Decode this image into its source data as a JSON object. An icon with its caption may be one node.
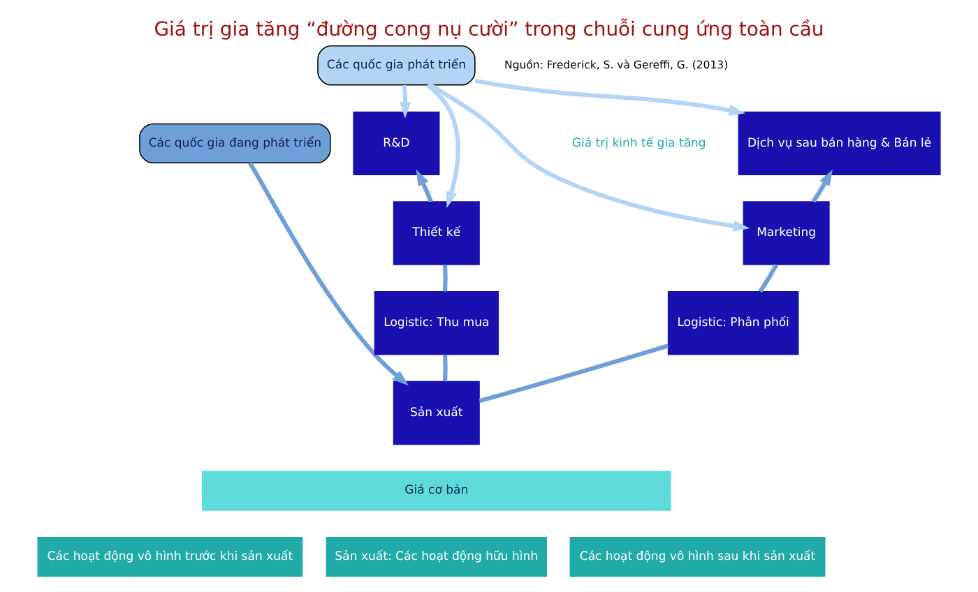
{
  "diagram": {
    "title": "Giá trị gia tăng “đường cong nụ cười” trong chuỗi cung ứng toàn cầu",
    "nodes": [
      {
        "text": [
          "Các quốc gia phát triển"
        ]
      },
      {
        "text": [
          "Các quốc gia đang phát triển"
        ]
      },
      {
        "text": [
          "R&D"
        ]
      },
      {
        "text": [
          "Thiết kế"
        ]
      },
      {
        "text": [
          "Logistic: Thu mua"
        ]
      },
      {
        "text": [
          "Sản xuất"
        ]
      },
      {
        "text": [
          "Logistic: Phân phối"
        ]
      },
      {
        "text": [
          "Marketing"
        ]
      },
      {
        "text": [
          "Dịch vụ sau bán hàng & Bán lẻ"
        ]
      },
      {
        "text": [
          "Giá cơ bản"
        ]
      }
    ],
    "edges": [
      {
        "from": 0,
        "to": 2,
        "arrow": "to",
        "color": "#b3d4f5"
      },
      {
        "from": 0,
        "to": 3,
        "arrow": "to",
        "color": "#b3d4f5"
      },
      {
        "from": 0,
        "to": 7,
        "arrow": "to",
        "color": "#b3d4f5"
      },
      {
        "from": 0,
        "to": 8,
        "arrow": "to",
        "color": "#b3d4f5"
      },
      {
        "from": 1,
        "to": 5,
        "arrow": "to"
      },
      {
        "from": 5,
        "to": 4,
        "arrow": "none"
      },
      {
        "from": 4,
        "to": 3,
        "arrow": "none"
      },
      {
        "from": 3,
        "to": 2,
        "arrow": "to"
      },
      {
        "from": 5,
        "to": 6,
        "arrow": "none"
      },
      {
        "from": 6,
        "to": 7,
        "arrow": "none"
      },
      {
        "from": 7,
        "to": 8,
        "arrow": "to"
      }
    ],
    "labels": [
      "Nguồn: Frederick, S. và Gereffi, G. (2013)",
      "Giá trị kinh tế gia tăng",
      "Các hoạt động vô hình trước khi sản xuất",
      "Sản xuất: Các hoạt động hữu hình",
      "Các hoạt động vô hình sau khi sản xuất"
    ]
  }
}
